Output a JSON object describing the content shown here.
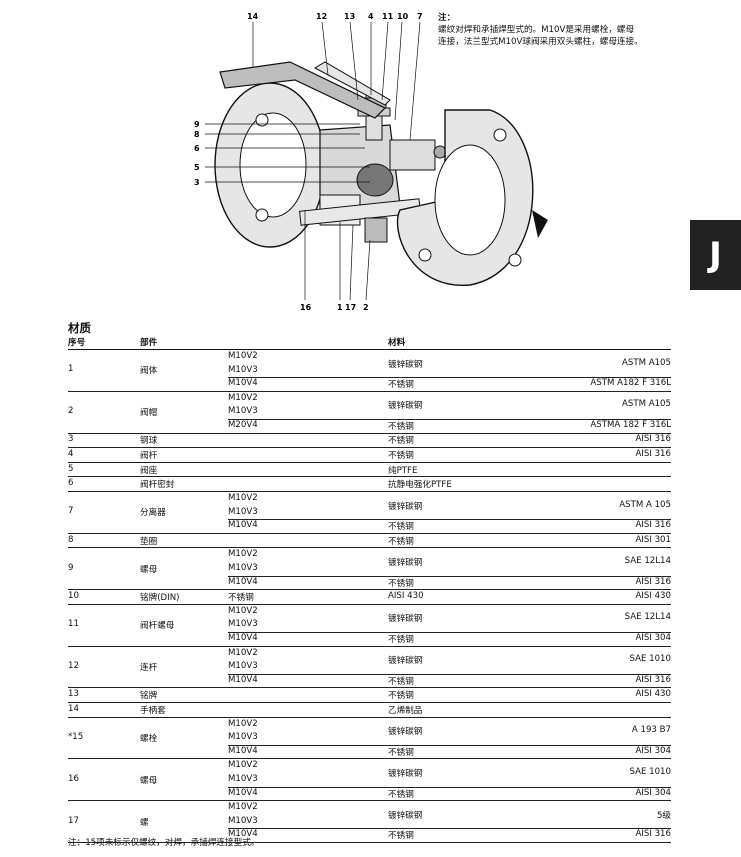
{
  "tab_letter": "J",
  "note": {
    "title": "注：",
    "lines": [
      "螺纹对焊和承插焊型式的。M10V是采用螺栓，螺母",
      "连接，法兰型式M10V球阀采用双头螺柱，螺母连接。"
    ]
  },
  "diagram_labels": {
    "top": [
      "14",
      "12",
      "13",
      "4",
      "11",
      "10",
      "7"
    ],
    "left": [
      "9",
      "8",
      "6",
      "5",
      "3"
    ],
    "bottom": [
      "16",
      "1",
      "17",
      "2"
    ]
  },
  "section_title": "材质",
  "table": {
    "headers": {
      "no": "序号",
      "part": "部件",
      "material": "材料"
    },
    "groups": [
      {
        "no": "1",
        "part": "阀体",
        "models": [
          "M10V2",
          "M10V3",
          "M10V4"
        ],
        "materials": [
          {
            "mat": "镀锌碳钢",
            "spec": "ASTM A105"
          },
          {
            "mat": "不锈钢",
            "spec": "ASTM A182 F 316L"
          }
        ]
      },
      {
        "no": "2",
        "part": "阀帽",
        "models": [
          "M10V2",
          "M10V3",
          "M20V4"
        ],
        "materials": [
          {
            "mat": "镀锌碳钢",
            "spec": "ASTM A105"
          },
          {
            "mat": "不锈钢",
            "spec": "ASTMA 182 F 316L"
          }
        ]
      },
      {
        "no": "3",
        "part": "钢球",
        "models": [],
        "materials": [
          {
            "mat": "不锈钢",
            "spec": "AISI 316"
          }
        ]
      },
      {
        "no": "4",
        "part": "阀杆",
        "models": [],
        "materials": [
          {
            "mat": "不锈钢",
            "spec": "AISI 316"
          }
        ]
      },
      {
        "no": "5",
        "part": "阀座",
        "models": [],
        "materials": [
          {
            "mat": "纯PTFE",
            "spec": ""
          }
        ]
      },
      {
        "no": "6",
        "part": "阀杆密封",
        "models": [],
        "materials": [
          {
            "mat": "抗静电强化PTFE",
            "spec": ""
          }
        ]
      },
      {
        "no": "7",
        "part": "分离器",
        "models": [
          "M10V2",
          "M10V3",
          "M10V4"
        ],
        "materials": [
          {
            "mat": "镀锌碳钢",
            "spec": "ASTM A 105"
          },
          {
            "mat": "不锈钢",
            "spec": "AISI 316"
          }
        ]
      },
      {
        "no": "8",
        "part": "垫圈",
        "models": [],
        "materials": [
          {
            "mat": "不锈钢",
            "spec": "AISI 301"
          }
        ]
      },
      {
        "no": "9",
        "part": "螺母",
        "models": [
          "M10V2",
          "M10V3",
          "M10V4"
        ],
        "materials": [
          {
            "mat": "镀锌碳钢",
            "spec": "SAE 12L14"
          },
          {
            "mat": "不锈钢",
            "spec": "AISI 316"
          }
        ]
      },
      {
        "no": "10",
        "part": "铭牌(DIN)",
        "models": [
          "不锈钢"
        ],
        "materials": [
          {
            "mat": "AISI 430",
            "spec": "AISI 430"
          }
        ]
      },
      {
        "no": "11",
        "part": "阀杆螺母",
        "models": [
          "M10V2",
          "M10V3",
          "M10V4"
        ],
        "materials": [
          {
            "mat": "镀锌碳钢",
            "spec": "SAE 12L14"
          },
          {
            "mat": "不锈钢",
            "spec": "AISI 304"
          }
        ]
      },
      {
        "no": "12",
        "part": "连杆",
        "models": [
          "M10V2",
          "M10V3",
          "M10V4"
        ],
        "materials": [
          {
            "mat": "镀锌碳钢",
            "spec": "SAE 1010"
          },
          {
            "mat": "不锈钢",
            "spec": "AISI 316"
          }
        ]
      },
      {
        "no": "13",
        "part": "铭牌",
        "models": [],
        "materials": [
          {
            "mat": "不锈钢",
            "spec": "AISI 430"
          }
        ]
      },
      {
        "no": "14",
        "part": "手柄套",
        "models": [],
        "materials": [
          {
            "mat": "乙烯制品",
            "spec": ""
          }
        ]
      },
      {
        "no": "*15",
        "part": "螺栓",
        "models": [
          "M10V2",
          "M10V3",
          "M10V4"
        ],
        "materials": [
          {
            "mat": "镀锌碳钢",
            "spec": "A 193 B7"
          },
          {
            "mat": "不锈钢",
            "spec": "AISI 304"
          }
        ]
      },
      {
        "no": "16",
        "part": "螺母",
        "models": [
          "M10V2",
          "M10V3",
          "M10V4"
        ],
        "materials": [
          {
            "mat": "镀锌碳钢",
            "spec": "SAE 1010"
          },
          {
            "mat": "不锈钢",
            "spec": "AISI 304"
          }
        ]
      },
      {
        "no": "17",
        "part": "螺",
        "models": [
          "M10V2",
          "M10V3",
          "M10V4"
        ],
        "materials": [
          {
            "mat": "镀锌碳钢",
            "spec": "5级"
          },
          {
            "mat": "不锈钢",
            "spec": "AISI 316"
          }
        ]
      }
    ]
  },
  "footnote": "注：15项未标示仅螺纹，对焊，承插焊连接型式。"
}
